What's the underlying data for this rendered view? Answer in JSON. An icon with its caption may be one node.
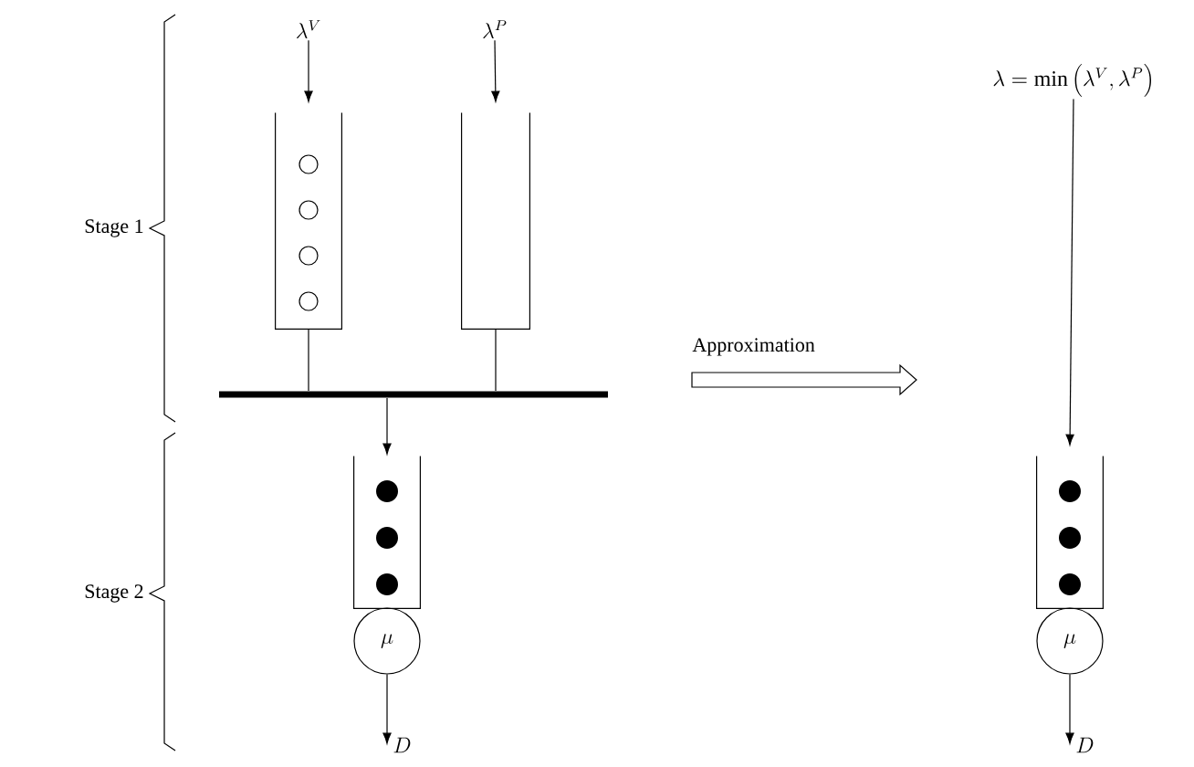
{
  "diagram": {
    "nodes": [
      {
        "text": [
          "\\lambda^{V}"
        ]
      },
      {
        "text": [
          "\\lambda^{P}"
        ]
      },
      {
        "text": [],
        "shape": "box"
      },
      {
        "text": [],
        "shape": "box"
      },
      {
        "text": [],
        "shape": "bar"
      },
      {
        "text": [],
        "shape": "box"
      },
      {
        "text": [
          "\\mu"
        ]
      },
      {
        "text": [
          "\\lambda = \\min\\left(\\lambda^{V}, \\lambda^{P}\\right)"
        ]
      },
      {
        "text": [],
        "shape": "box"
      },
      {
        "text": [
          "\\mu"
        ]
      }
    ],
    "edges": [
      {
        "from": 0,
        "to": 2,
        "arrow": "to"
      },
      {
        "from": 1,
        "to": 3,
        "arrow": "to"
      },
      {
        "from": 2,
        "to": 4,
        "arrow": "none"
      },
      {
        "from": 3,
        "to": 4,
        "arrow": "none"
      },
      {
        "from": 4,
        "to": 5,
        "arrow": "to"
      },
      {
        "from": 6,
        "to": null,
        "arrow": "to",
        "label": "D"
      },
      {
        "from": 7,
        "to": 8,
        "arrow": "to"
      },
      {
        "from": 9,
        "to": null,
        "arrow": "to",
        "label": "D"
      }
    ],
    "labels": [
      "Stage 1",
      "Approximation",
      "Stage 2"
    ]
  }
}
